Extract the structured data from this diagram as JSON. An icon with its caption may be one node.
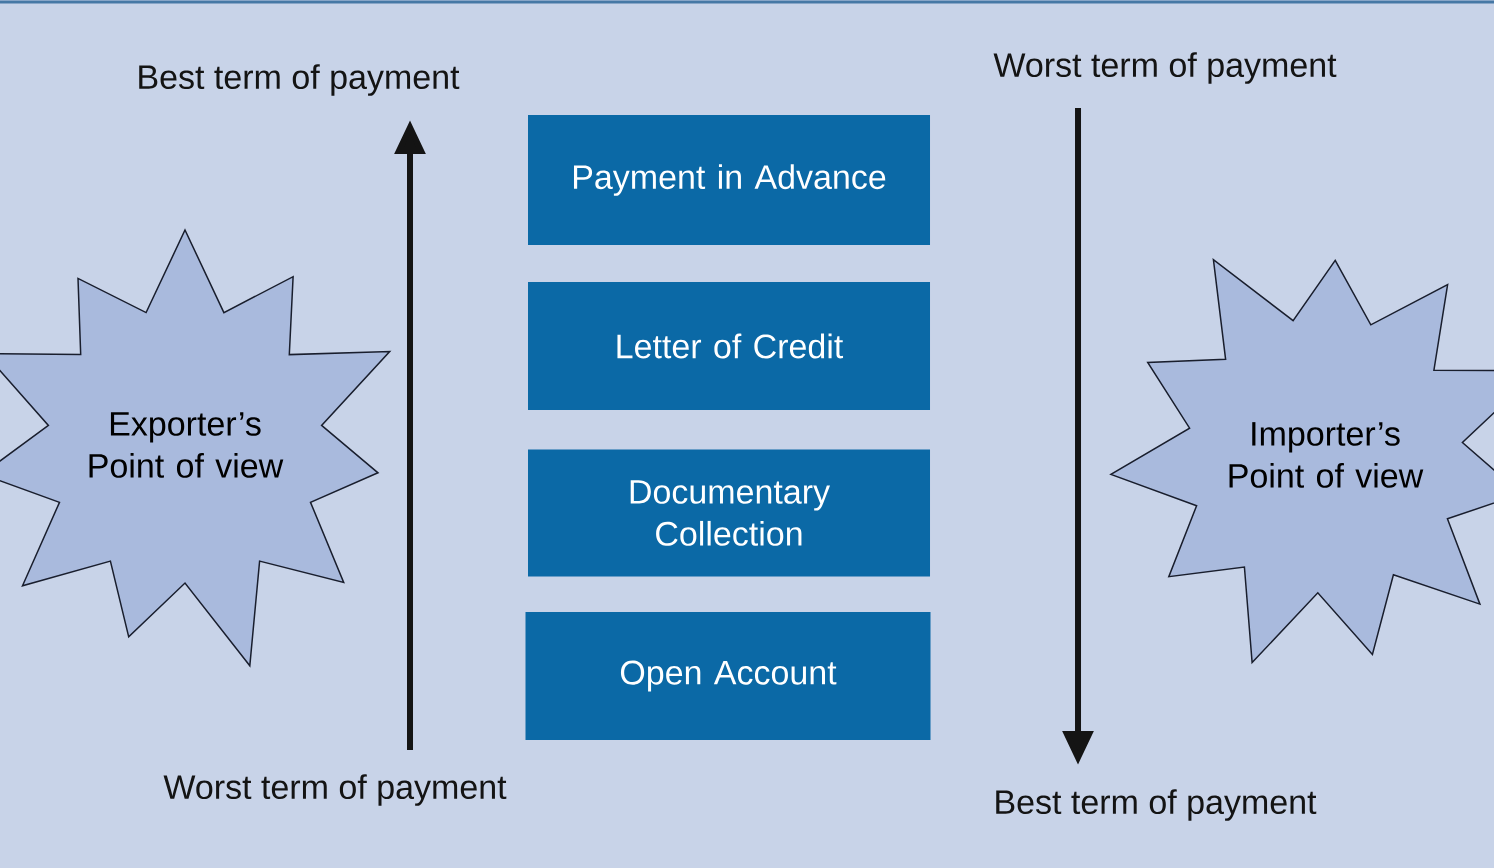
{
  "diagram": {
    "nodes": [
      {
        "text": [
          "Best term of payment"
        ]
      },
      {
        "text": [
          "Worst term of payment"
        ]
      },
      {
        "text": [
          "Payment in Advance"
        ]
      },
      {
        "text": [
          "Letter of Credit"
        ]
      },
      {
        "text": [
          "Documentary Collection"
        ]
      },
      {
        "text": [
          "Exporter’s Point of view"
        ]
      },
      {
        "text": [
          "Importer’s Point of view"
        ]
      },
      {
        "text": [
          "Open Account"
        ]
      },
      {
        "text": [
          "Worst term of payment"
        ]
      },
      {
        "text": [
          "Best term of payment"
        ]
      }
    ],
    "edges": [
      {
        "from": 8,
        "to": 0,
        "arrow": "to"
      },
      {
        "from": 1,
        "to": 9,
        "arrow": "to"
      }
    ]
  }
}
